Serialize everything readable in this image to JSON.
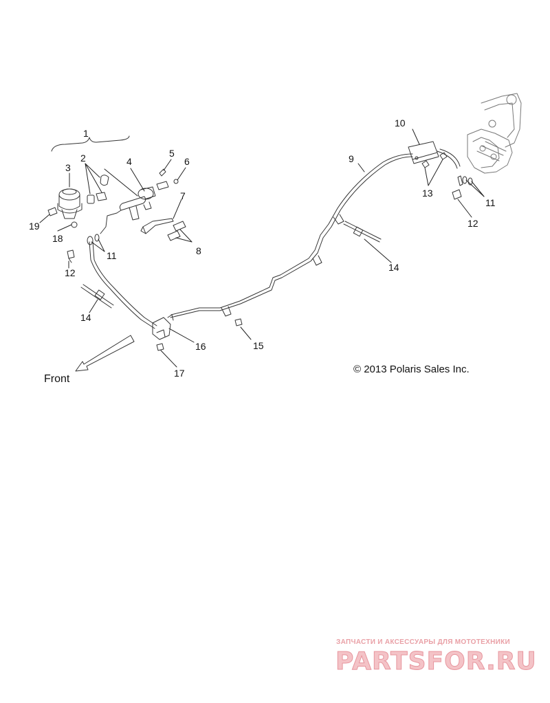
{
  "copyright": "© 2013 Polaris Sales Inc.",
  "front_label": "Front",
  "watermark": {
    "tagline": "ЗАПЧАСТИ И АКСЕССУАРЫ ДЛЯ МОТОТЕХНИКИ",
    "brand": "PARTSFOR.RU"
  },
  "callouts": {
    "c1": "1",
    "c2": "2",
    "c3": "3",
    "c4": "4",
    "c5": "5",
    "c6": "6",
    "c7": "7",
    "c8": "8",
    "c9": "9",
    "c10": "10",
    "c11a": "11",
    "c11b": "11",
    "c12a": "12",
    "c12b": "12",
    "c13": "13",
    "c14a": "14",
    "c14b": "14",
    "c15": "15",
    "c16": "16",
    "c17": "17",
    "c18": "18",
    "c19": "19"
  },
  "colors": {
    "line": "#333333",
    "text": "#111111",
    "watermark": "#e9a0a6"
  }
}
